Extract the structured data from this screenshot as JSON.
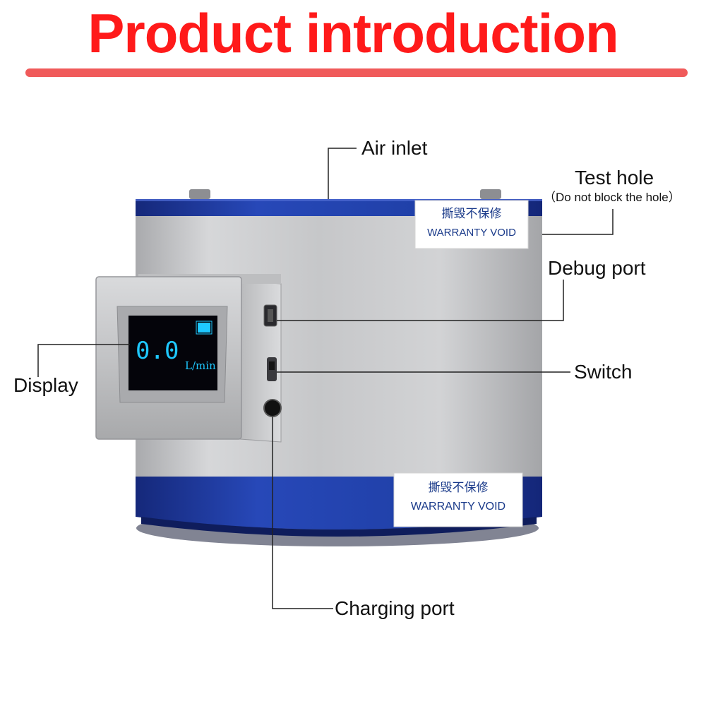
{
  "header": {
    "title": "Product introduction",
    "title_color": "#ff1a1a",
    "bar_color": "#f05a5a"
  },
  "callouts": {
    "air_inlet": "Air inlet",
    "test_hole": "Test hole",
    "test_hole_note": "（Do not block the hole）",
    "debug_port": "Debug port",
    "switch": "Switch",
    "display": "Display",
    "charging_port": "Charging port"
  },
  "device": {
    "screen_reading": "0.0",
    "screen_unit": "L/min",
    "sticker_top_cn": "撕毁不保修",
    "sticker_top_en": "WARRANTY VOID",
    "sticker_bottom_cn": "撕毁不保修",
    "sticker_bottom_en": "WARRANTY VOID",
    "body_color": "#c8c9cb",
    "band_color": "#1d3aa0",
    "screen_text_color": "#1ec8ff"
  }
}
